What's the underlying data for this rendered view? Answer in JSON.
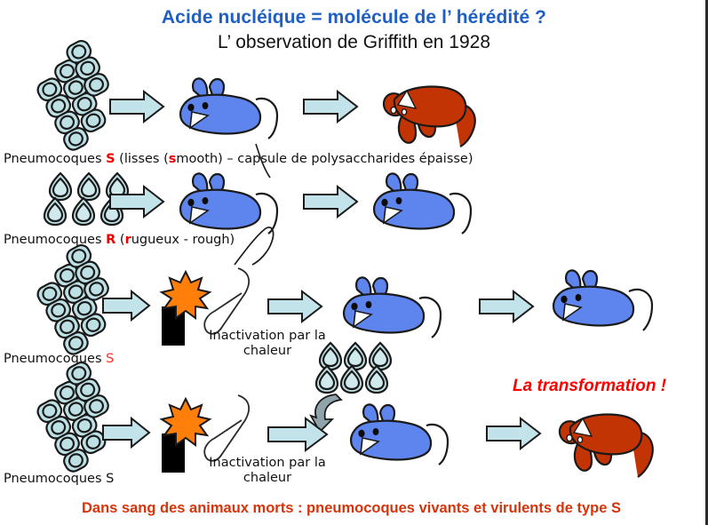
{
  "slide": {
    "title_main": "Acide nucléique = molécule de l’ hérédité ?",
    "title_sub": "L’ observation de Griffith en 1928",
    "banner": "Dans sang des animaux morts : pneumocoques vivants et virulents de type S",
    "transformation_note": "La transformation !",
    "colors": {
      "title_blue": "#1f5fc4",
      "banner_red": "#d6340b",
      "accent_red": "#ff0000",
      "bacteria_fill": "#bde0e4",
      "arrow_fill": "#c3e3ea",
      "mouse_alive": "#5e85ee",
      "mouse_dead": "#c33405",
      "flame_orange": "#ff7f0a",
      "burner_black": "#000000",
      "curved_arrow_gray": "#7e8e93"
    }
  },
  "rows": [
    {
      "id": "row-s-virulent",
      "caption_parts": [
        {
          "text": "Pneumocoques ",
          "style": "plain"
        },
        {
          "text": "S",
          "style": "red-bold"
        },
        {
          "text": " (lisses (",
          "style": "plain"
        },
        {
          "text": "s",
          "style": "red-bold"
        },
        {
          "text": "mooth) – capsule de polysaccharides épaisse)",
          "style": "plain"
        }
      ],
      "caption_plain": "Pneumocoques S (lisses (smooth) – capsule de polysaccharides épaisse)",
      "bacteria_type": "S",
      "outcome": "dead-mouse"
    },
    {
      "id": "row-r-avirulent",
      "caption_parts": [
        {
          "text": "Pneumocoques ",
          "style": "plain"
        },
        {
          "text": "R",
          "style": "red-bold"
        },
        {
          "text": " (",
          "style": "plain"
        },
        {
          "text": "r",
          "style": "red-bold"
        },
        {
          "text": "ugueux - rough)",
          "style": "plain"
        }
      ],
      "caption_plain": "Pneumocoques R (rugueux - rough)",
      "bacteria_type": "R",
      "outcome": "alive-mouse"
    },
    {
      "id": "row-s-heat-killed",
      "caption_parts": [
        {
          "text": "Pneumocoques ",
          "style": "plain"
        },
        {
          "text": "S",
          "style": "red-normal"
        }
      ],
      "caption_plain": "Pneumocoques S",
      "heat_label": "Inactivation par la chaleur",
      "bacteria_type": "S",
      "outcome": "alive-mouse"
    },
    {
      "id": "row-transformation",
      "caption_parts": [
        {
          "text": "Pneumocoques S",
          "style": "plain"
        }
      ],
      "caption_plain": "Pneumocoques S",
      "heat_label": "Inactivation par la chaleur",
      "bacteria_type": "S",
      "added_bacteria_type": "R",
      "outcome": "dead-mouse"
    }
  ]
}
